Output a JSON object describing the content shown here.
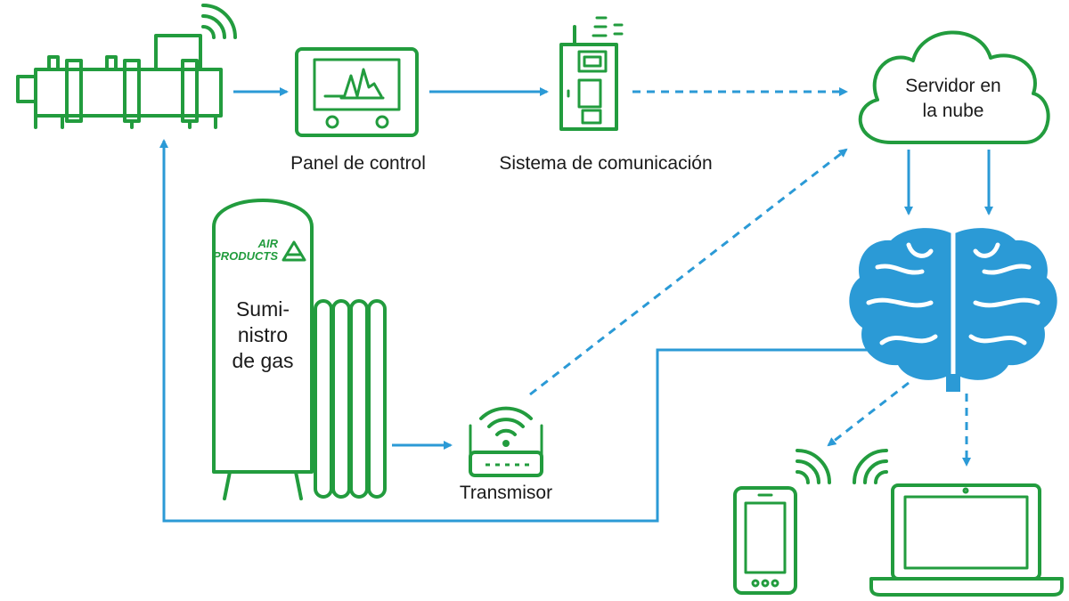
{
  "colors": {
    "green": "#229c3e",
    "blue": "#2b9ad6",
    "dark_green": "#1e8a35"
  },
  "labels": {
    "control_panel": "Panel de control",
    "comm_system": "Sistema de comunicación",
    "cloud_line1": "Servidor en",
    "cloud_line2": "la nube",
    "gas_line1": "Sumi-",
    "gas_line2": "nistro",
    "gas_line3": "de gas",
    "transmitter": "Transmisor",
    "brand_top": "AIR",
    "brand_bottom": "PRODUCTS"
  },
  "icons": [
    "furnace-machine",
    "control-panel-monitor",
    "communication-cabinet",
    "cloud",
    "brain-ai",
    "gas-tank",
    "gas-cylinders",
    "wifi-router",
    "smartphone",
    "laptop",
    "wifi-signal"
  ]
}
